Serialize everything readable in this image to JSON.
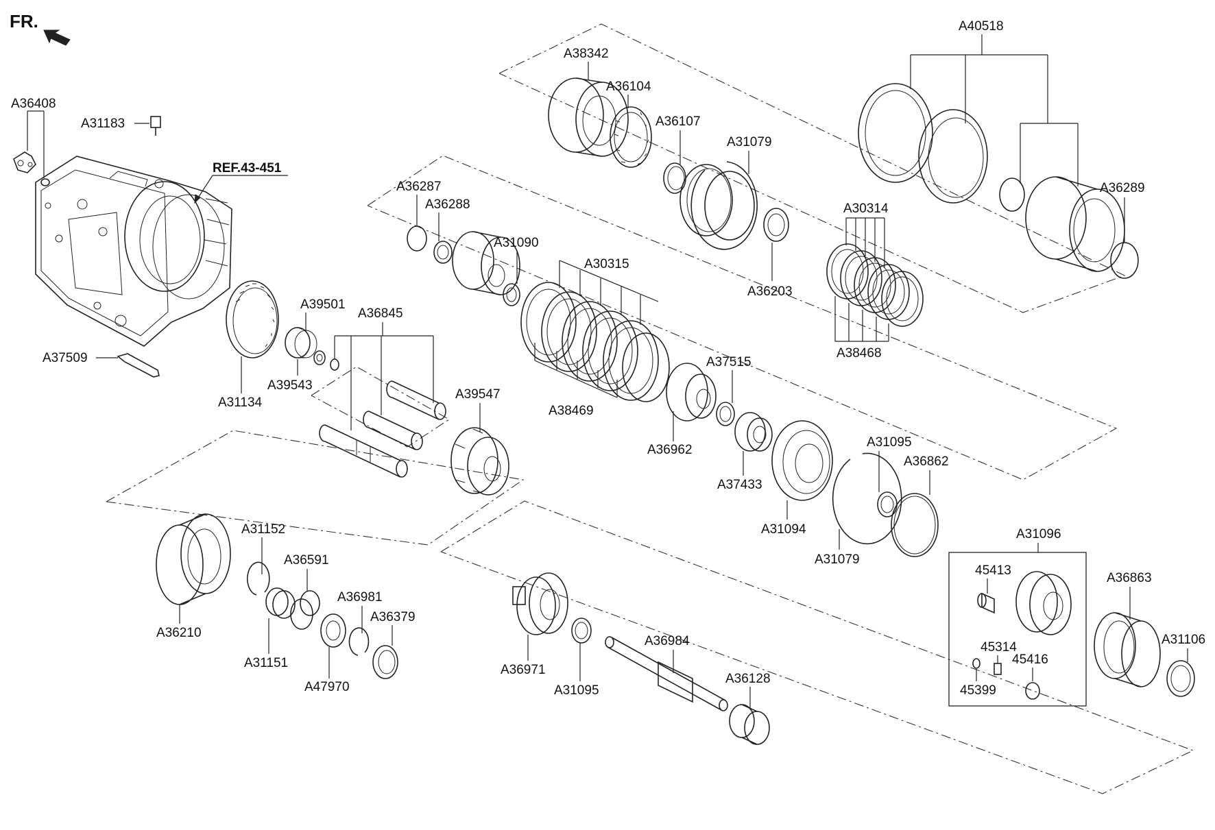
{
  "diagram": {
    "fr_label": "FR.",
    "ref_label": "REF.43-451",
    "labels": {
      "A36408": "A36408",
      "A31183": "A31183",
      "A37509": "A37509",
      "A31134": "A31134",
      "A39501": "A39501",
      "A39543": "A39543",
      "A36845": "A36845",
      "A39547": "A39547",
      "A36287": "A36287",
      "A36288": "A36288",
      "A31090": "A31090",
      "A30315": "A30315",
      "A38469": "A38469",
      "A36962": "A36962",
      "A37515": "A37515",
      "A37433": "A37433",
      "A31094": "A31094",
      "A31095_top": "A31095",
      "A31079_low": "A31079",
      "A36862": "A36862",
      "A38342": "A38342",
      "A36104": "A36104",
      "A36107": "A36107",
      "A31079_top": "A31079",
      "A36203": "A36203",
      "A30314": "A30314",
      "A38468": "A38468",
      "A40518": "A40518",
      "A36289": "A36289",
      "A36210": "A36210",
      "A31152": "A31152",
      "A31151": "A31151",
      "A36591": "A36591",
      "A47970": "A47970",
      "A36981": "A36981",
      "A36379": "A36379",
      "A36971": "A36971",
      "A31095_low": "A31095",
      "A36984": "A36984",
      "A36128": "A36128",
      "A31096": "A31096",
      "45413": "45413",
      "45314": "45314",
      "45416": "45416",
      "45399": "45399",
      "A36863": "A36863",
      "A31106": "A31106"
    }
  }
}
